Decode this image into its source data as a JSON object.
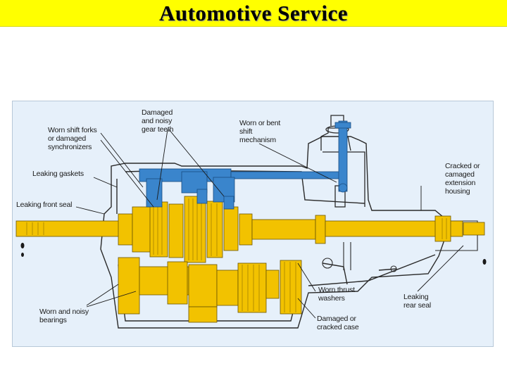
{
  "header": {
    "title": "Automotive Service"
  },
  "diagram": {
    "labels": {
      "damaged_gear_teeth": "Damaged\nand noisy\ngear teeth",
      "shift_mechanism": "Worn or bent\nshift\nmechanism",
      "shift_forks": "Worn shift forks\nor damaged\nsynchronizers",
      "leaking_gaskets": "Leaking gaskets",
      "front_seal": "Leaking front seal",
      "extension_housing": "Cracked or\ncamaged\nextension\nhousing",
      "thrust_washers": "Worn thrust\nwashers",
      "rear_seal": "Leaking\nrear seal",
      "bearings": "Worn and noisy\nbearings",
      "cracked_case": "Damaged or\ncracked case"
    },
    "colors": {
      "panel": "#e6f0fa",
      "gears": "#f2c200",
      "shift_parts": "#3a85cc",
      "outline": "#2a2a2a"
    }
  }
}
